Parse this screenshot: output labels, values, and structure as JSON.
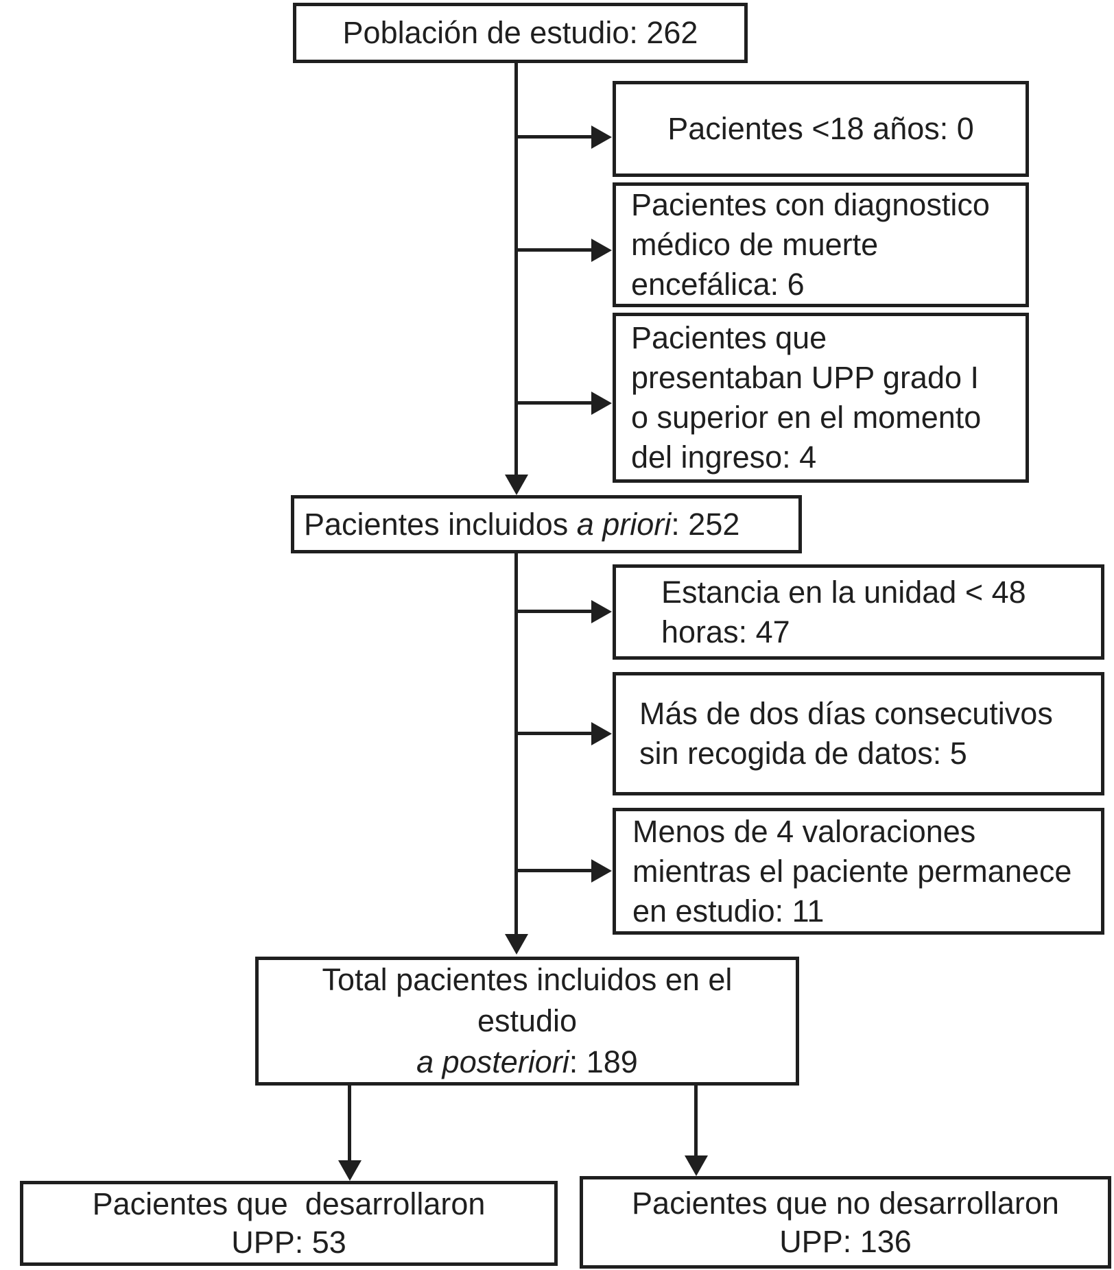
{
  "diagram": {
    "background_color": "#ffffff",
    "ink_color": "#1f1f1f",
    "nodes": {
      "poblacion": {
        "lines": [
          "Población de estudio: 262"
        ]
      },
      "menores18": {
        "lines": [
          "Pacientes <18 años: 0"
        ]
      },
      "muerte_encefalica": {
        "lines": [
          "Pacientes con diagnostico",
          "médico de muerte",
          "encefálica: 6"
        ]
      },
      "upp_ingreso": {
        "lines": [
          "Pacientes que",
          "presentaban UPP grado I",
          "o superior en el momento",
          "del ingreso: 4"
        ]
      },
      "incluidos_apriori": {
        "prefix": "Pacientes incluidos ",
        "italic": "a priori",
        "suffix": ": 252"
      },
      "estancia_corta": {
        "lines": [
          "Estancia en la unidad < 48",
          "horas: 47"
        ]
      },
      "sin_recogida": {
        "lines": [
          "Más de dos días consecutivos",
          "sin recogida de datos: 5"
        ]
      },
      "pocas_valoraciones": {
        "lines": [
          "Menos de 4 valoraciones",
          "mientras el paciente permanece",
          "en estudio: 11"
        ]
      },
      "total_incluidos": {
        "line1": "Total pacientes incluidos en el",
        "line2": "estudio",
        "italic": "a posteriori",
        "suffix": ": 189"
      },
      "con_upp": {
        "lines": [
          "Pacientes que  desarrollaron",
          "UPP: 53"
        ]
      },
      "sin_upp": {
        "lines": [
          "Pacientes que no desarrollaron",
          "UPP: 136"
        ]
      }
    }
  }
}
